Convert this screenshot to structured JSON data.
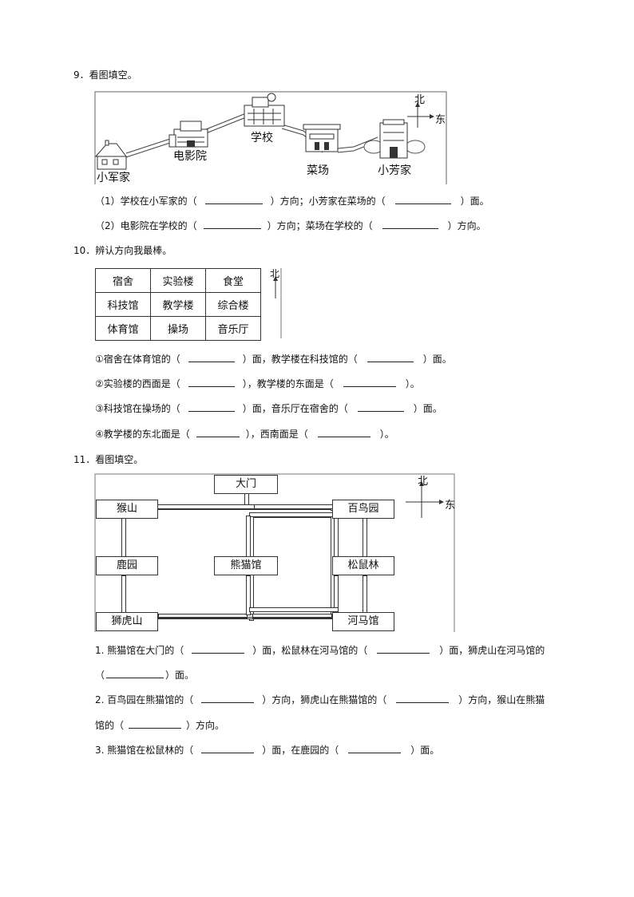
{
  "q9": {
    "title": "9．看图填空。",
    "compass": {
      "north": "北",
      "east": "东"
    },
    "places": [
      "小军家",
      "电影院",
      "学校",
      "菜场",
      "小芳家"
    ],
    "line1": {
      "a": "（1）学校在小军家的（",
      "b": "）方向；小芳家在菜场的（",
      "c": "）面。"
    },
    "line2": {
      "a": "（2）电影院在学校的（",
      "b": "）方向；菜场在学校的（",
      "c": "）方向。"
    }
  },
  "q10": {
    "title": "10．辨认方向我最棒。",
    "compass": {
      "north": "北"
    },
    "grid": [
      [
        "宿舍",
        "实验楼",
        "食堂"
      ],
      [
        "科技馆",
        "教学楼",
        "综合楼"
      ],
      [
        "体育馆",
        "操场",
        "音乐厅"
      ]
    ],
    "line1": {
      "a": "①宿舍在体育馆的（",
      "b": "）面，教学楼在科技馆的（",
      "c": "）面。"
    },
    "line2": {
      "a": "②实验楼的西面是（",
      "b": "），教学楼的东面是（",
      "c": "）。"
    },
    "line3": {
      "a": "③科技馆在操场的（",
      "b": "）面，音乐厅在宿舍的（",
      "c": "）面。"
    },
    "line4": {
      "a": "④教学楼的东北面是（",
      "b": "），西南面是（",
      "c": "）。"
    }
  },
  "q11": {
    "title": "11．看图填空。",
    "compass": {
      "north": "北",
      "east": "东"
    },
    "boxes": {
      "gate": "大门",
      "monkey": "猴山",
      "birds": "百鸟园",
      "deer": "鹿园",
      "panda": "熊猫馆",
      "squirrel": "松鼠林",
      "tiger": "狮虎山",
      "hippo": "河马馆"
    },
    "line1": {
      "a": "1. 熊猫馆在大门的（",
      "b": "）面，松鼠林在河马馆的（",
      "c": "）面，狮虎山在河马馆的"
    },
    "line1b": {
      "a": "（",
      "b": "）面。"
    },
    "line2": {
      "a": "2. 百鸟园在熊猫馆的（",
      "b": "）方向，狮虎山在熊猫馆的（",
      "c": "）方向，猴山在熊猫"
    },
    "line2b": {
      "a": "馆的（",
      "b": "）方向。"
    },
    "line3": {
      "a": "3. 熊猫馆在松鼠林的（",
      "b": "）面，在鹿园的（",
      "c": "）面。"
    }
  }
}
